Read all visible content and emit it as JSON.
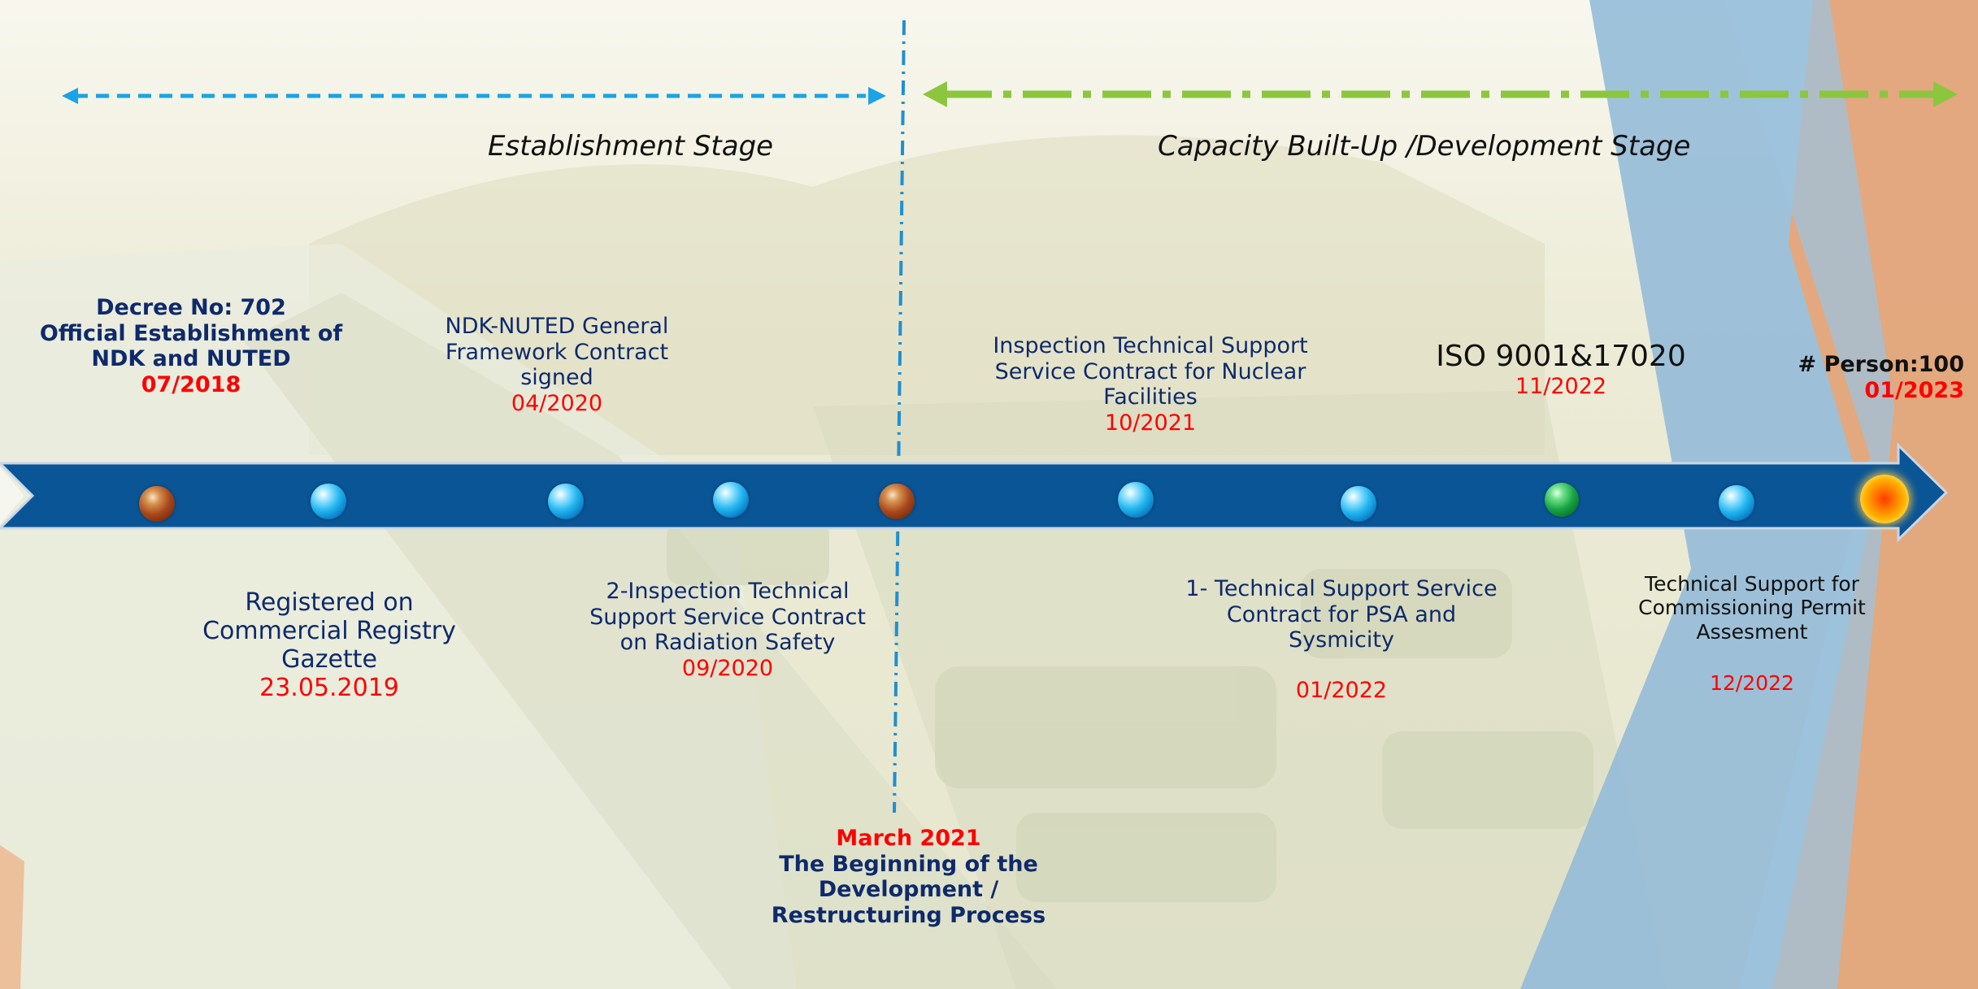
{
  "stages": {
    "establishment": "Establishment Stage",
    "capacity": "Capacity Built-Up /Development Stage"
  },
  "events_top": {
    "decree_line1": "Decree No: 702",
    "decree_line2": "Official Establishment of",
    "decree_line3": "NDK and NUTED",
    "decree_date": "07/2018",
    "framework_line1": "NDK-NUTED General",
    "framework_line2": "Framework Contract",
    "framework_line3": "signed",
    "framework_date": "04/2020",
    "inspection_line1": "Inspection Technical Support",
    "inspection_line2": "Service Contract for Nuclear",
    "inspection_line3": "Facilities",
    "inspection_date": "10/2021",
    "iso_title": "ISO 9001&17020",
    "iso_date": "11/2022",
    "person_label": "# Person:100",
    "person_date": "01/2023"
  },
  "events_bottom": {
    "registry_line1": "Registered on",
    "registry_line2": "Commercial Registry",
    "registry_line3": "Gazette",
    "registry_date": "23.05.2019",
    "radiation_line1": "2-Inspection Technical",
    "radiation_line2": "Support Service Contract",
    "radiation_line3": "on Radiation Safety",
    "radiation_date": "09/2020",
    "psa_line1": "1- Technical Support Service",
    "psa_line2": "Contract for PSA and",
    "psa_line3": "Sysmicity",
    "psa_date": "01/2022",
    "commissioning_line1": "Technical Support for",
    "commissioning_line2": "Commissioning Permit",
    "commissioning_line3": "Assesment",
    "commissioning_date": "12/2022"
  },
  "milestone": {
    "date": "March 2021",
    "line1": "The Beginning of the",
    "line2": "Development /",
    "line3": "Restructuring Process"
  },
  "colors": {
    "arrow_band": "#0a5596",
    "establishment_arrow": "#1aa3e6",
    "capacity_arrow": "#8cc63f",
    "divider": "#1f8fd0",
    "date_red": "#ff0000",
    "text_navy": "#0e2a6b",
    "panel_blue": "#8fb9d8",
    "panel_orange": "#eea36f"
  }
}
